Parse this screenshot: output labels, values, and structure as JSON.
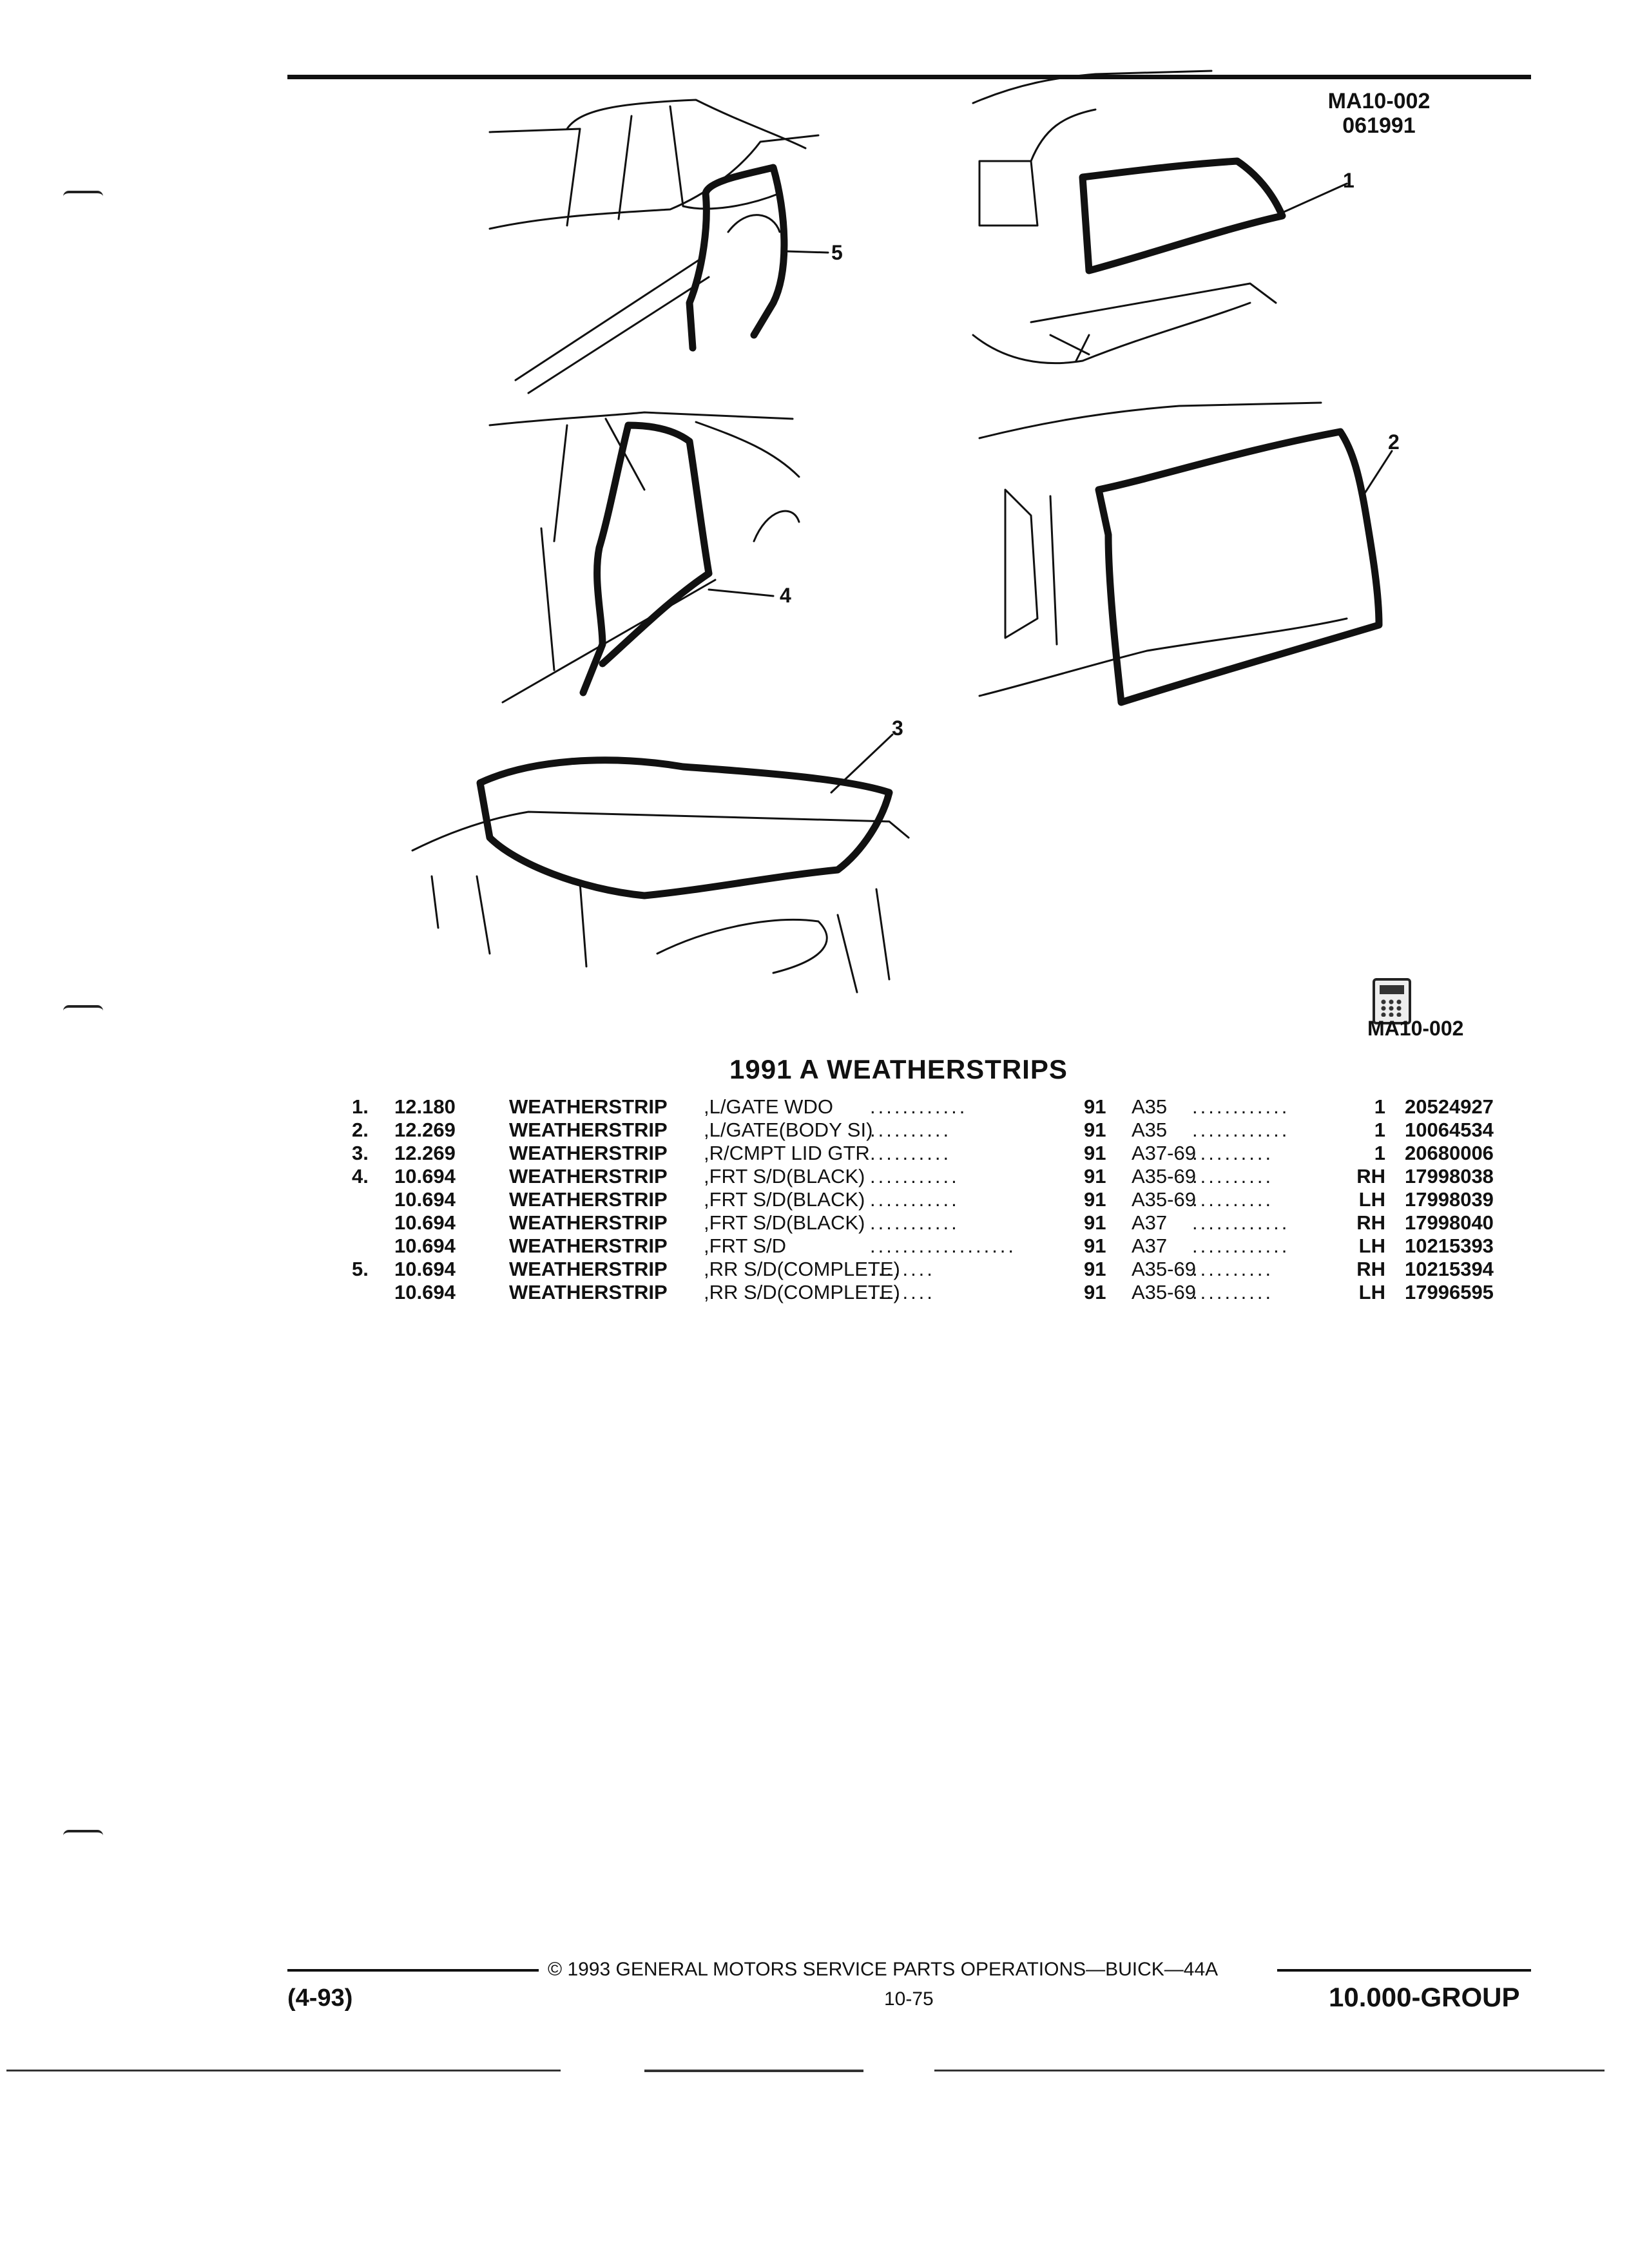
{
  "header": {
    "figure_code": "MA10-002",
    "date_code": "061991"
  },
  "figure": {
    "callouts": [
      "1",
      "2",
      "3",
      "4",
      "5"
    ],
    "reference": "MA10-002",
    "icon": "calculator-icon"
  },
  "section_title": "1991 A WEATHERSTRIPS",
  "parts": [
    {
      "index": "1.",
      "group": "12.180",
      "name": "WEATHERSTRIP",
      "desc": ",L/GATE WDO",
      "leader": "............",
      "year": "91",
      "model": "A35",
      "leader2": "............",
      "qty": "1",
      "part": "20524927"
    },
    {
      "index": "2.",
      "group": "12.269",
      "name": "WEATHERSTRIP",
      "desc": ",L/GATE(BODY SI)",
      "leader": "..........",
      "year": "91",
      "model": "A35",
      "leader2": "............",
      "qty": "1",
      "part": "10064534"
    },
    {
      "index": "3.",
      "group": "12.269",
      "name": "WEATHERSTRIP",
      "desc": ",R/CMPT LID GTR",
      "leader": "..........",
      "year": "91",
      "model": "A37-69",
      "leader2": "..........",
      "qty": "1",
      "part": "20680006"
    },
    {
      "index": "4.",
      "group": "10.694",
      "name": "WEATHERSTRIP",
      "desc": ",FRT S/D(BLACK)",
      "leader": "...........",
      "year": "91",
      "model": "A35-69",
      "leader2": "..........",
      "qty": "RH",
      "part": "17998038"
    },
    {
      "index": "",
      "group": "10.694",
      "name": "WEATHERSTRIP",
      "desc": ",FRT S/D(BLACK)",
      "leader": "...........",
      "year": "91",
      "model": "A35-69",
      "leader2": "..........",
      "qty": "LH",
      "part": "17998039"
    },
    {
      "index": "",
      "group": "10.694",
      "name": "WEATHERSTRIP",
      "desc": ",FRT S/D(BLACK)",
      "leader": "...........",
      "year": "91",
      "model": "A37",
      "leader2": "............",
      "qty": "RH",
      "part": "17998040"
    },
    {
      "index": "",
      "group": "10.694",
      "name": "WEATHERSTRIP",
      "desc": ",FRT S/D",
      "leader": "..................",
      "year": "91",
      "model": "A37",
      "leader2": "............",
      "qty": "LH",
      "part": "10215393"
    },
    {
      "index": "5.",
      "group": "10.694",
      "name": "WEATHERSTRIP",
      "desc": ",RR S/D(COMPLETE)",
      "leader": "........",
      "year": "91",
      "model": "A35-69",
      "leader2": "..........",
      "qty": "RH",
      "part": "10215394"
    },
    {
      "index": "",
      "group": "10.694",
      "name": "WEATHERSTRIP",
      "desc": ",RR S/D(COMPLETE)",
      "leader": "........",
      "year": "91",
      "model": "A35-69",
      "leader2": "..........",
      "qty": "LH",
      "part": "17996595"
    }
  ],
  "footer": {
    "copyright": "© 1993 GENERAL MOTORS SERVICE PARTS OPERATIONS—BUICK—44A",
    "date": "(4-93)",
    "page": "10-75",
    "group": "10.000-GROUP"
  }
}
